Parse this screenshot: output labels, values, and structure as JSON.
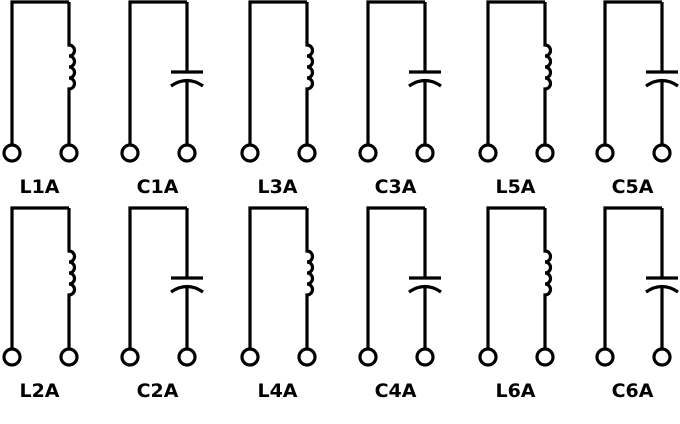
{
  "components": [
    {
      "label": "L1A",
      "type": "inductor"
    },
    {
      "label": "C1A",
      "type": "capacitor"
    },
    {
      "label": "L3A",
      "type": "inductor"
    },
    {
      "label": "C3A",
      "type": "capacitor"
    },
    {
      "label": "L5A",
      "type": "inductor"
    },
    {
      "label": "C5A",
      "type": "capacitor"
    },
    {
      "label": "L2A",
      "type": "inductor"
    },
    {
      "label": "C2A",
      "type": "capacitor"
    },
    {
      "label": "L4A",
      "type": "inductor"
    },
    {
      "label": "C4A",
      "type": "capacitor"
    },
    {
      "label": "L6A",
      "type": "inductor"
    },
    {
      "label": "C6A",
      "type": "capacitor"
    }
  ],
  "colors": {
    "stroke": "#000000",
    "background": "#ffffff"
  }
}
